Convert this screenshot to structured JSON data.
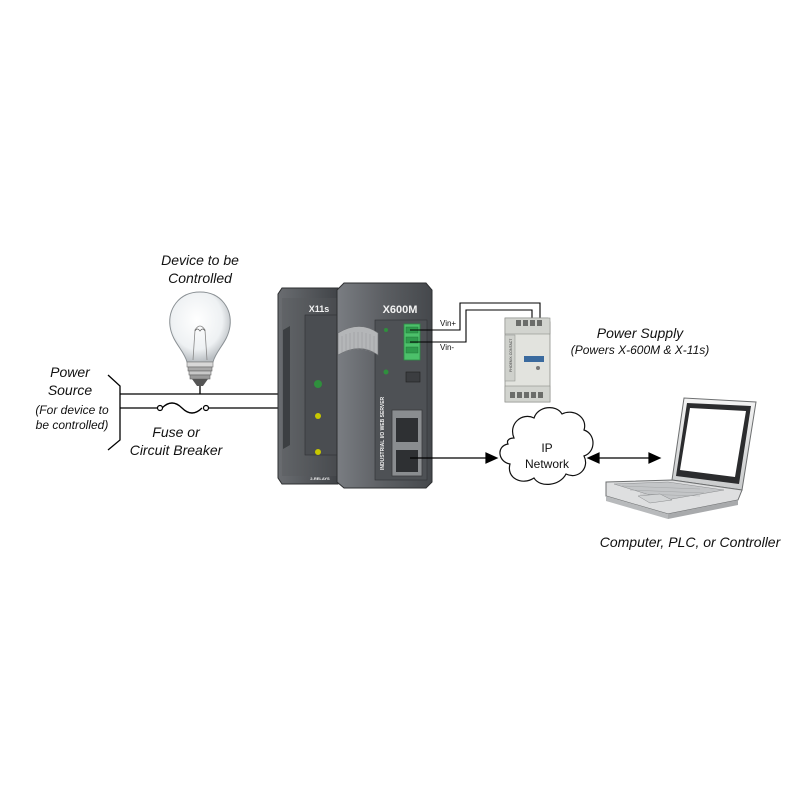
{
  "labels": {
    "device_title_1": "Device to be",
    "device_title_2": "Controlled",
    "power_source_1": "Power",
    "power_source_2": "Source",
    "power_source_note_1": "(For device to",
    "power_source_note_2": "be controlled)",
    "fuse_1": "Fuse or",
    "fuse_2": "Circuit Breaker",
    "power_supply_1": "Power Supply",
    "power_supply_2": "(Powers X-600M & X-11s)",
    "computer": "Computer, PLC, or Controller",
    "network_1": "IP",
    "network_2": "Network",
    "vin_plus": "Vin+",
    "vin_minus": "Vin-"
  },
  "devices": {
    "x11s_name": "X11s",
    "x600m_name": "X600M",
    "x11s_side_text": "2-RELAYS",
    "x600m_side_text": "INDUSTRIAL I/O WEB SERVER",
    "psu_brand": "PHOENIX CONTACT"
  },
  "colors": {
    "terminal_green": "#4cc06a",
    "terminal_yellow": "#f2a81d",
    "device_body": "#5b5e62",
    "psu_body": "#e2e3de",
    "wire": "#000000"
  }
}
